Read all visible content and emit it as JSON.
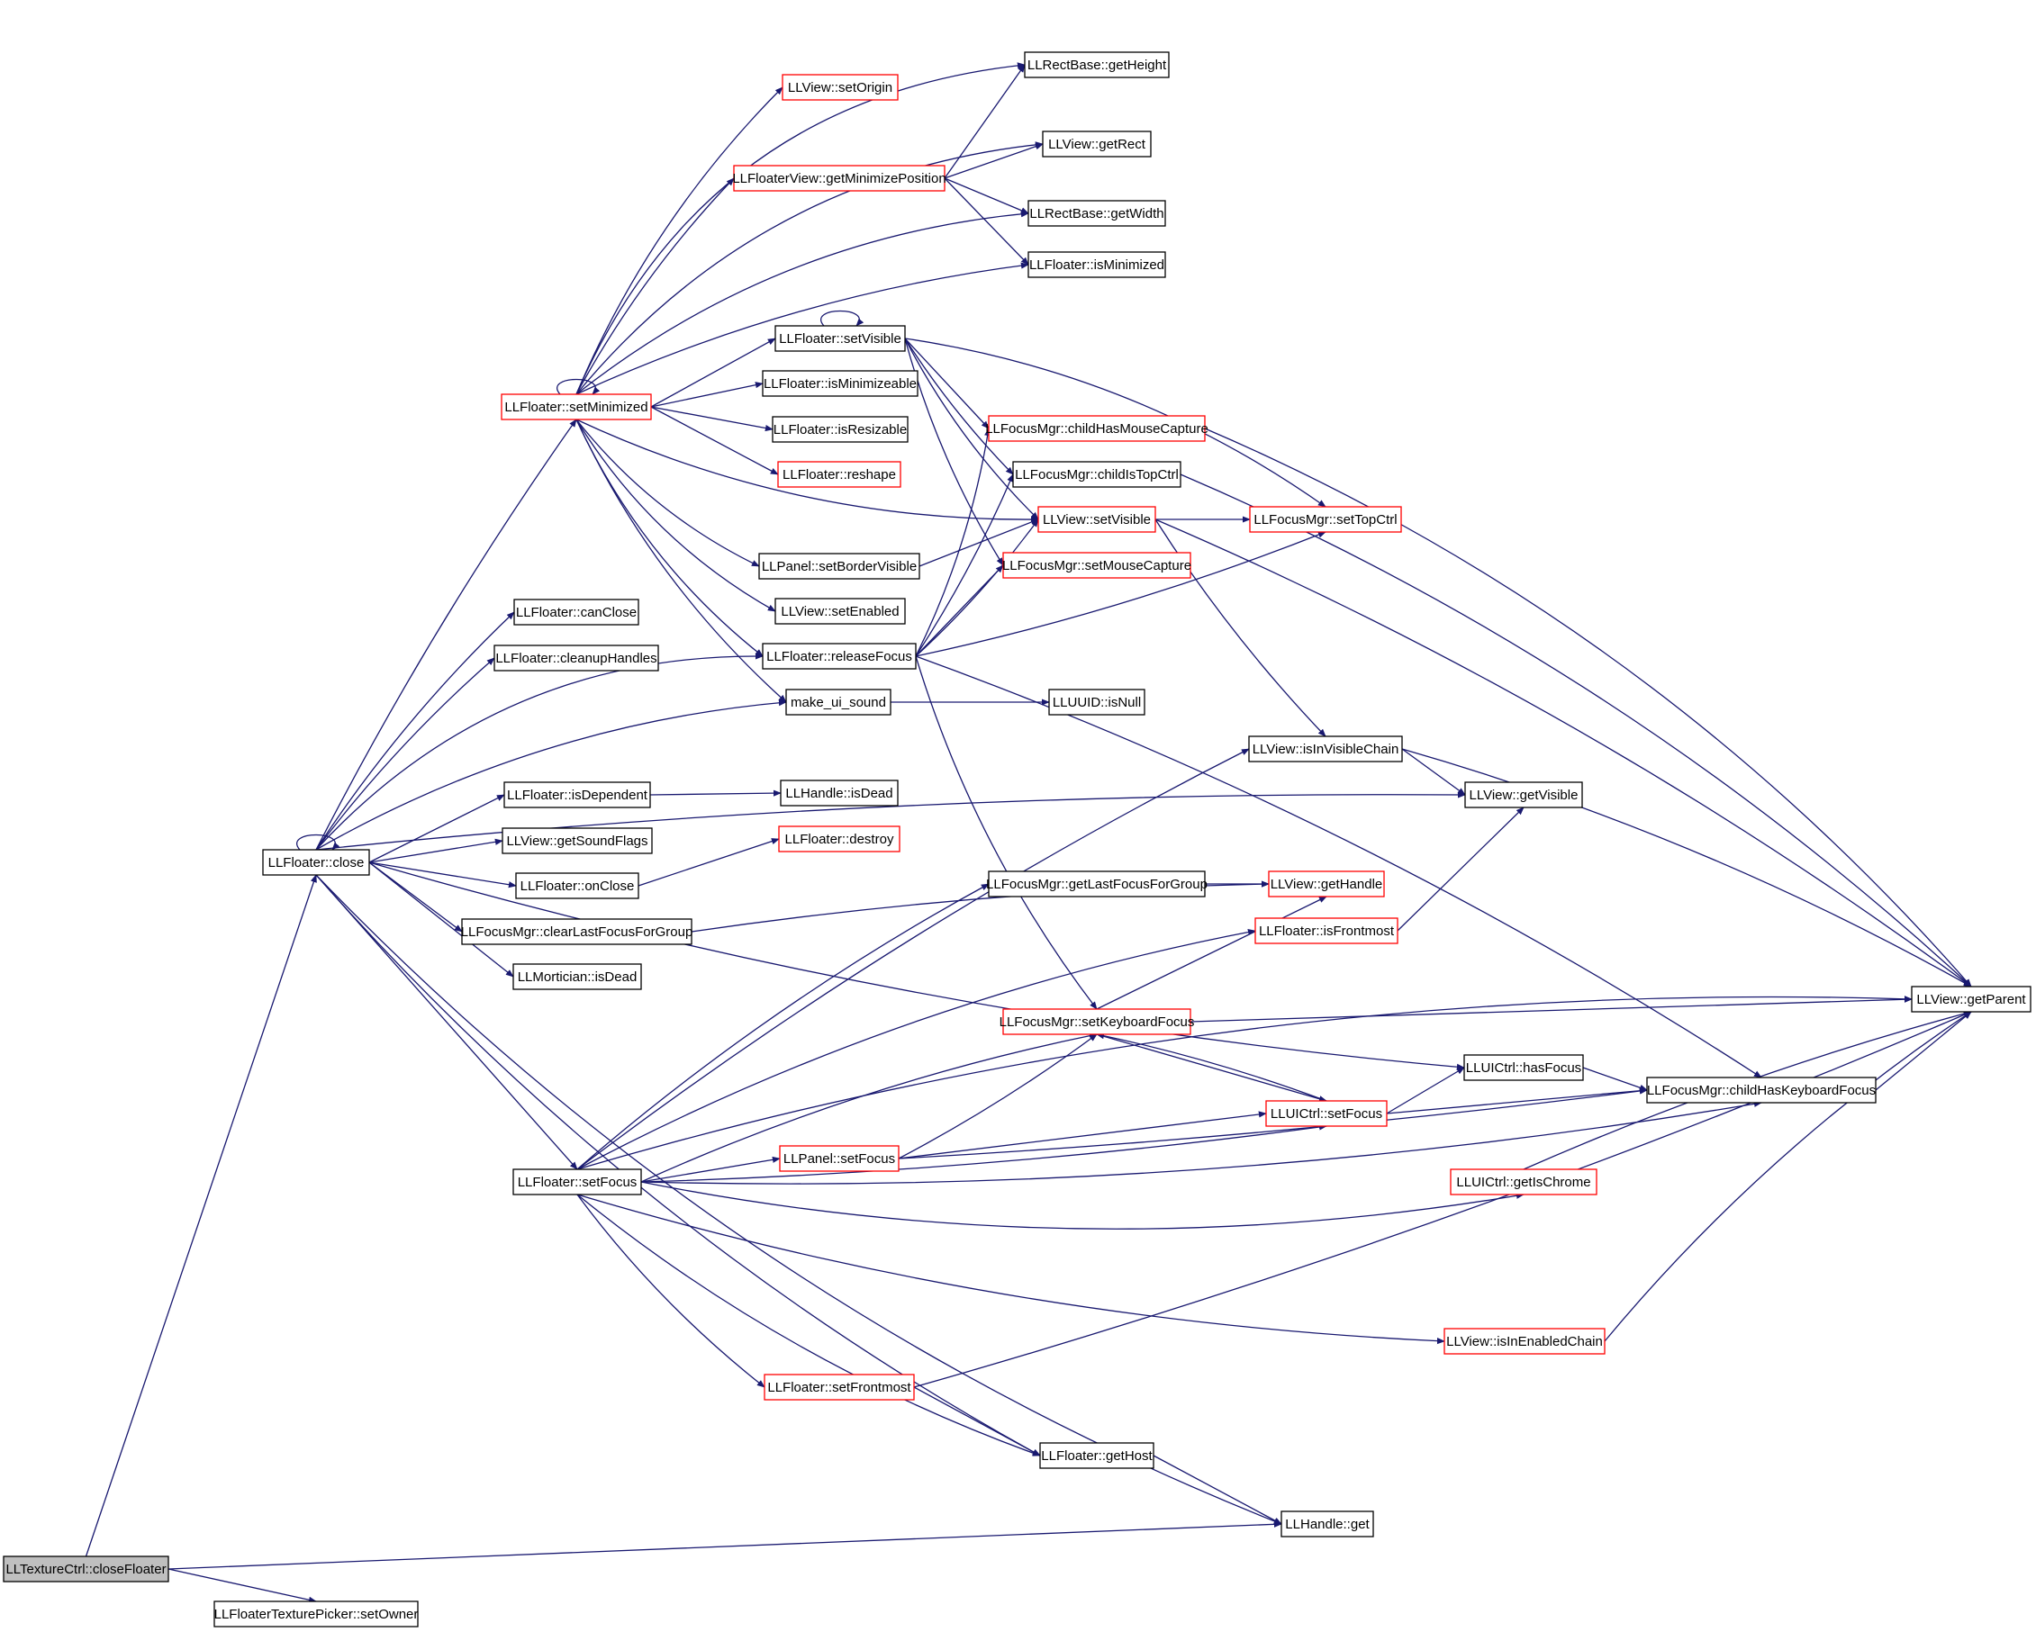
{
  "edge_color": "#191970",
  "node_border": "#000000",
  "truncated_border": "#ff0000",
  "root_fill": "#bfbfbf",
  "nodes": [
    {
      "id": "closeFloater",
      "label": "LLTextureCtrl::closeFloater",
      "style": "root"
    },
    {
      "id": "setOwner",
      "label": "LLFloaterTexturePicker::setOwner",
      "style": "normal"
    },
    {
      "id": "close",
      "label": "LLFloater::close",
      "style": "normal"
    },
    {
      "id": "setMinimized",
      "label": "LLFloater::setMinimized",
      "style": "truncated"
    },
    {
      "id": "canClose",
      "label": "LLFloater::canClose",
      "style": "normal"
    },
    {
      "id": "cleanupHandles",
      "label": "LLFloater::cleanupHandles",
      "style": "normal"
    },
    {
      "id": "isDependent",
      "label": "LLFloater::isDependent",
      "style": "normal"
    },
    {
      "id": "getSoundFlags",
      "label": "LLView::getSoundFlags",
      "style": "normal"
    },
    {
      "id": "onClose",
      "label": "LLFloater::onClose",
      "style": "normal"
    },
    {
      "id": "clearLastFocusForGroup",
      "label": "LLFocusMgr::clearLastFocusForGroup",
      "style": "normal"
    },
    {
      "id": "morticianIsDead",
      "label": "LLMortician::isDead",
      "style": "normal"
    },
    {
      "id": "setFocus",
      "label": "LLFloater::setFocus",
      "style": "normal"
    },
    {
      "id": "setOrigin",
      "label": "LLView::setOrigin",
      "style": "truncated"
    },
    {
      "id": "getMinimizePosition",
      "label": "LLFloaterView::getMinimizePosition",
      "style": "truncated"
    },
    {
      "id": "setVisibleFloater",
      "label": "LLFloater::setVisible",
      "style": "normal"
    },
    {
      "id": "isMinimizeable",
      "label": "LLFloater::isMinimizeable",
      "style": "normal"
    },
    {
      "id": "isResizable",
      "label": "LLFloater::isResizable",
      "style": "normal"
    },
    {
      "id": "reshape",
      "label": "LLFloater::reshape",
      "style": "truncated"
    },
    {
      "id": "setBorderVisible",
      "label": "LLPanel::setBorderVisible",
      "style": "normal"
    },
    {
      "id": "setEnabled",
      "label": "LLView::setEnabled",
      "style": "normal"
    },
    {
      "id": "releaseFocus",
      "label": "LLFloater::releaseFocus",
      "style": "normal"
    },
    {
      "id": "makeUiSound",
      "label": "make_ui_sound",
      "style": "normal"
    },
    {
      "id": "handleIsDead",
      "label": "LLHandle::isDead",
      "style": "normal"
    },
    {
      "id": "destroy",
      "label": "LLFloater::destroy",
      "style": "truncated"
    },
    {
      "id": "panelSetFocus",
      "label": "LLPanel::setFocus",
      "style": "truncated"
    },
    {
      "id": "setFrontmost",
      "label": "LLFloater::setFrontmost",
      "style": "truncated"
    },
    {
      "id": "getHeight",
      "label": "LLRectBase::getHeight",
      "style": "normal"
    },
    {
      "id": "getRect",
      "label": "LLView::getRect",
      "style": "normal"
    },
    {
      "id": "getWidth",
      "label": "LLRectBase::getWidth",
      "style": "normal"
    },
    {
      "id": "isMinimized",
      "label": "LLFloater::isMinimized",
      "style": "normal"
    },
    {
      "id": "childHasMouseCapture",
      "label": "LLFocusMgr::childHasMouseCapture",
      "style": "truncated"
    },
    {
      "id": "childIsTopCtrl",
      "label": "LLFocusMgr::childIsTopCtrl",
      "style": "normal"
    },
    {
      "id": "viewSetVisible",
      "label": "LLView::setVisible",
      "style": "truncated"
    },
    {
      "id": "setMouseCapture",
      "label": "LLFocusMgr::setMouseCapture",
      "style": "truncated"
    },
    {
      "id": "isNull",
      "label": "LLUUID::isNull",
      "style": "normal"
    },
    {
      "id": "getLastFocusForGroup",
      "label": "LLFocusMgr::getLastFocusForGroup",
      "style": "normal"
    },
    {
      "id": "setKeyboardFocus",
      "label": "LLFocusMgr::setKeyboardFocus",
      "style": "truncated"
    },
    {
      "id": "getHost",
      "label": "LLFloater::getHost",
      "style": "normal"
    },
    {
      "id": "setTopCtrl",
      "label": "LLFocusMgr::setTopCtrl",
      "style": "truncated"
    },
    {
      "id": "isInVisibleChain",
      "label": "LLView::isInVisibleChain",
      "style": "normal"
    },
    {
      "id": "getHandle",
      "label": "LLView::getHandle",
      "style": "truncated"
    },
    {
      "id": "isFrontmost",
      "label": "LLFloater::isFrontmost",
      "style": "truncated"
    },
    {
      "id": "uiSetFocus",
      "label": "LLUICtrl::setFocus",
      "style": "truncated"
    },
    {
      "id": "handleGet",
      "label": "LLHandle::get",
      "style": "normal"
    },
    {
      "id": "isInEnabledChain",
      "label": "LLView::isInEnabledChain",
      "style": "truncated"
    },
    {
      "id": "getVisible",
      "label": "LLView::getVisible",
      "style": "normal"
    },
    {
      "id": "hasFocus",
      "label": "LLUICtrl::hasFocus",
      "style": "normal"
    },
    {
      "id": "getIsChrome",
      "label": "LLUICtrl::getIsChrome",
      "style": "truncated"
    },
    {
      "id": "childHasKeyboardFocus",
      "label": "LLFocusMgr::childHasKeyboardFocus",
      "style": "normal"
    },
    {
      "id": "getParent",
      "label": "LLView::getParent",
      "style": "normal"
    }
  ]
}
